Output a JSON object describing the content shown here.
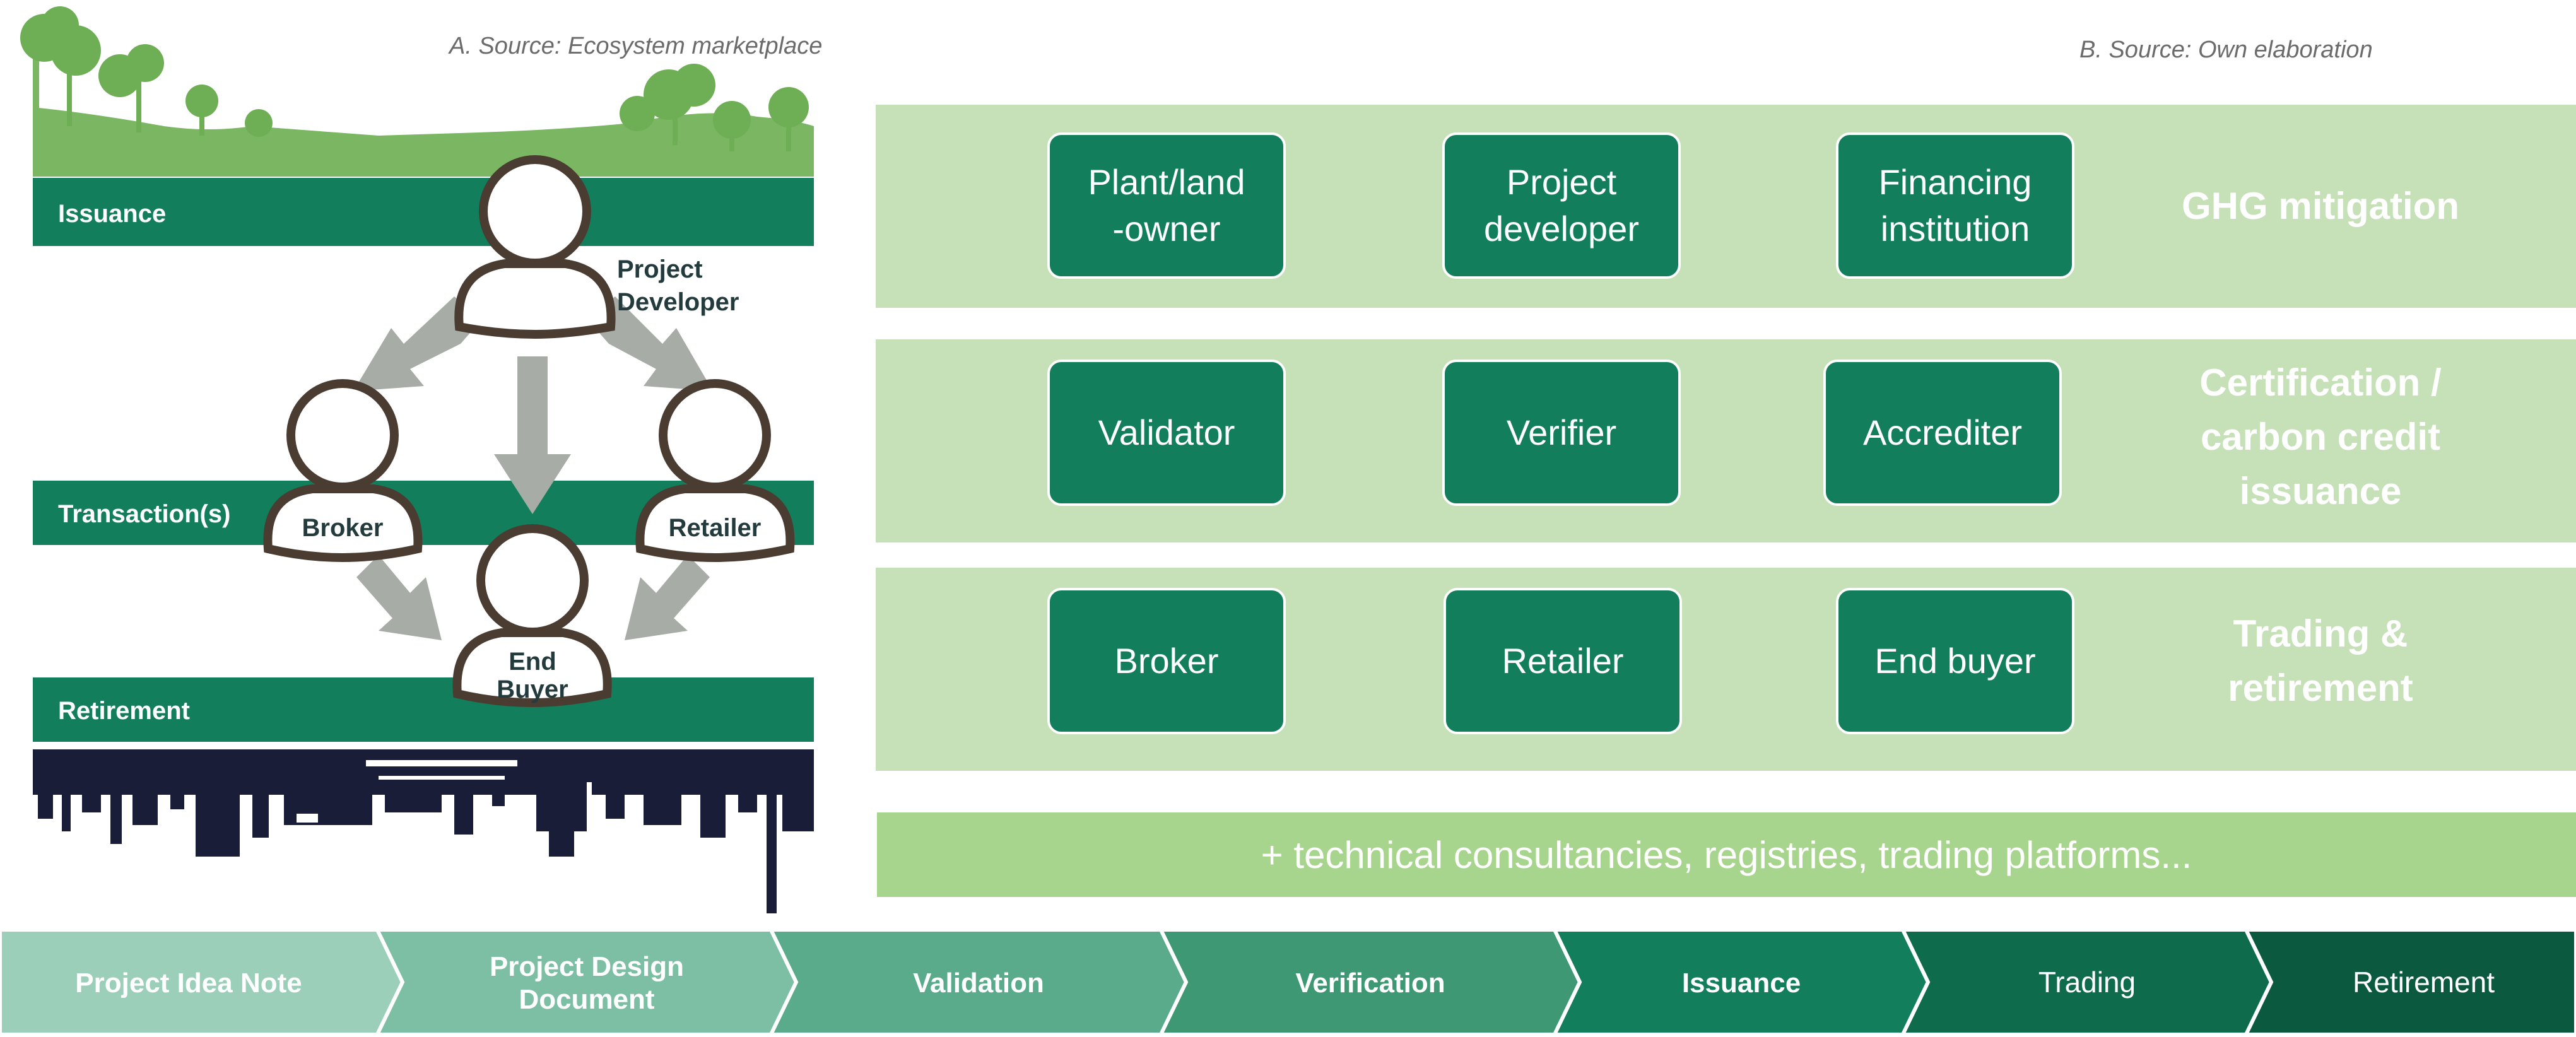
{
  "sources": {
    "a": "A. Source: Ecosystem marketplace",
    "b": "B. Source: Own elaboration"
  },
  "left_diagram": {
    "bars": {
      "issuance": "Issuance",
      "transactions": "Transaction(s)",
      "retirement": "Retirement"
    },
    "actors": {
      "project_developer": [
        "Project",
        "Developer"
      ],
      "broker": "Broker",
      "retailer": "Retailer",
      "end_buyer": [
        "End",
        "Buyer"
      ]
    }
  },
  "panels": [
    {
      "title": "GHG mitigation",
      "cards": [
        "Plant/land\n-owner",
        "Project\ndeveloper",
        "Financing\ninstitution"
      ]
    },
    {
      "title": "Certification /\ncarbon credit\nissuance",
      "cards": [
        "Validator",
        "Verifier",
        "Accrediter"
      ]
    },
    {
      "title": "Trading &\nretirement",
      "cards": [
        "Broker",
        "Retailer",
        "End buyer"
      ]
    }
  ],
  "consultancies": "+ technical consultancies, registries, trading platforms...",
  "process": {
    "steps": [
      {
        "label": [
          "Project Idea Note"
        ],
        "color": "#9ccfba"
      },
      {
        "label": [
          "Project Design",
          "Document"
        ],
        "color": "#7dbfa5"
      },
      {
        "label": [
          "Validation"
        ],
        "color": "#5aab8b"
      },
      {
        "label": [
          "Verification"
        ],
        "color": "#3d9873"
      },
      {
        "label": [
          "Issuance"
        ],
        "color": "#127e5b"
      },
      {
        "label": [
          "Trading"
        ],
        "color": "#0e6b4c"
      },
      {
        "label": [
          "Retirement"
        ],
        "color": "#0b5a40"
      }
    ]
  },
  "colors": {
    "dark_green": "#127e5b",
    "panel_green": "#c6e1b8",
    "consult_green": "#a8d58d",
    "landscape_green": "#7bb662",
    "arrow_gray": "#a7ada6",
    "city_navy": "#1a1d38"
  }
}
